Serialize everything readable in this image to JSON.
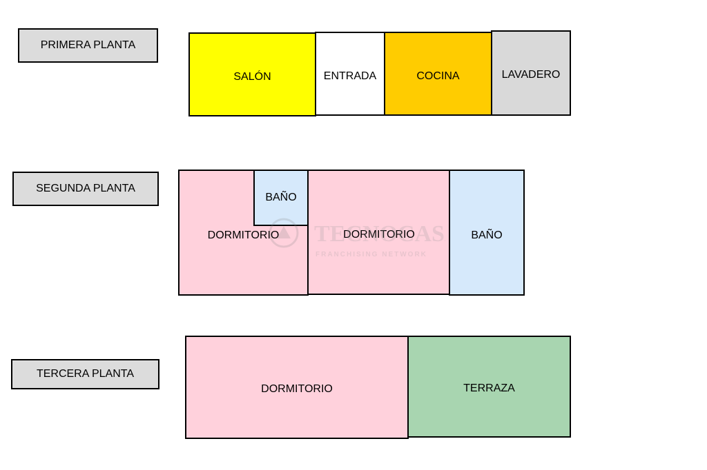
{
  "floors": {
    "first": {
      "label": "PRIMERA PLANTA"
    },
    "second": {
      "label": "SEGUNDA PLANTA"
    },
    "third": {
      "label": "TERCERA PLANTA"
    }
  },
  "rooms": {
    "salon": "SALÓN",
    "entrada": "ENTRADA",
    "cocina": "COCINA",
    "lavadero": "LAVADERO",
    "dormitorio_2a": "DORMITORIO",
    "bano_small": "BAÑO",
    "dormitorio_2b": "DORMITORIO",
    "bano_2": "BAÑO",
    "dormitorio_3": "DORMITORIO",
    "terraza": "TERRAZA"
  },
  "watermark": {
    "brand": "TECNOCASA",
    "tagline": "FRANCHISING NETWORK"
  },
  "colors": {
    "label_bg": "#dcdcdc",
    "salon": "#ffff00",
    "entrada": "#ffffff",
    "cocina": "#ffcc00",
    "lavadero": "#d9d9d9",
    "dormitorio": "#ffd1dc",
    "bano": "#d6e9fb",
    "terraza": "#a8d5b0"
  }
}
